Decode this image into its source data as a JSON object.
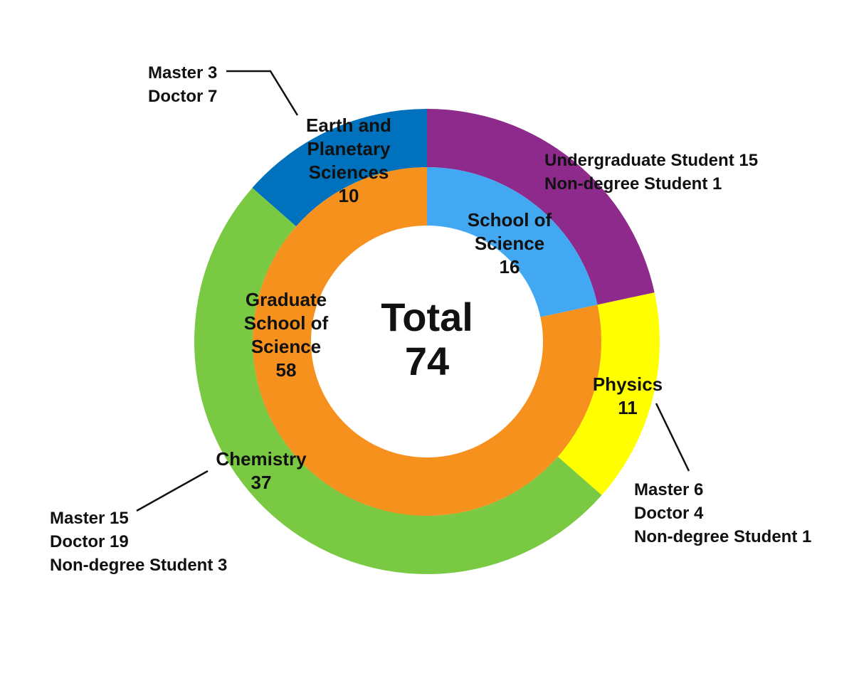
{
  "chart_data": {
    "type": "pie",
    "style": "two-ring donut",
    "total_label": "Total",
    "total_value": 74,
    "inner_ring": [
      {
        "name": "School of Science",
        "value": 16,
        "color": "#42A8F2",
        "label_lines": [
          "School of",
          "Science",
          "16"
        ]
      },
      {
        "name": "Graduate School of Science",
        "value": 58,
        "color": "#F7911E",
        "label_lines": [
          "Graduate",
          "School of",
          "Science",
          "58"
        ]
      }
    ],
    "outer_ring": [
      {
        "name": "School of Science",
        "value": 16,
        "color": "#8E2A8C",
        "label_lines": [
          "Undergraduate Student 15",
          "Non-degree Student 1"
        ]
      },
      {
        "name": "Physics",
        "value": 11,
        "color": "#FFFF00",
        "label_lines": [
          "Physics",
          "11"
        ],
        "callout_lines": [
          "Master 6",
          "Doctor 4",
          "Non-degree Student 1"
        ]
      },
      {
        "name": "Chemistry",
        "value": 37,
        "color": "#7AC943",
        "label_lines": [
          "Chemistry",
          "37"
        ],
        "callout_lines": [
          "Master 15",
          "Doctor 19",
          "Non-degree Student 3"
        ]
      },
      {
        "name": "Earth and Planetary Sciences",
        "value": 10,
        "color": "#0071BC",
        "label_lines": [
          "Earth and",
          "Planetary",
          "Sciences",
          "10"
        ],
        "callout_lines": [
          "Master 3",
          "Doctor 7"
        ]
      }
    ]
  }
}
